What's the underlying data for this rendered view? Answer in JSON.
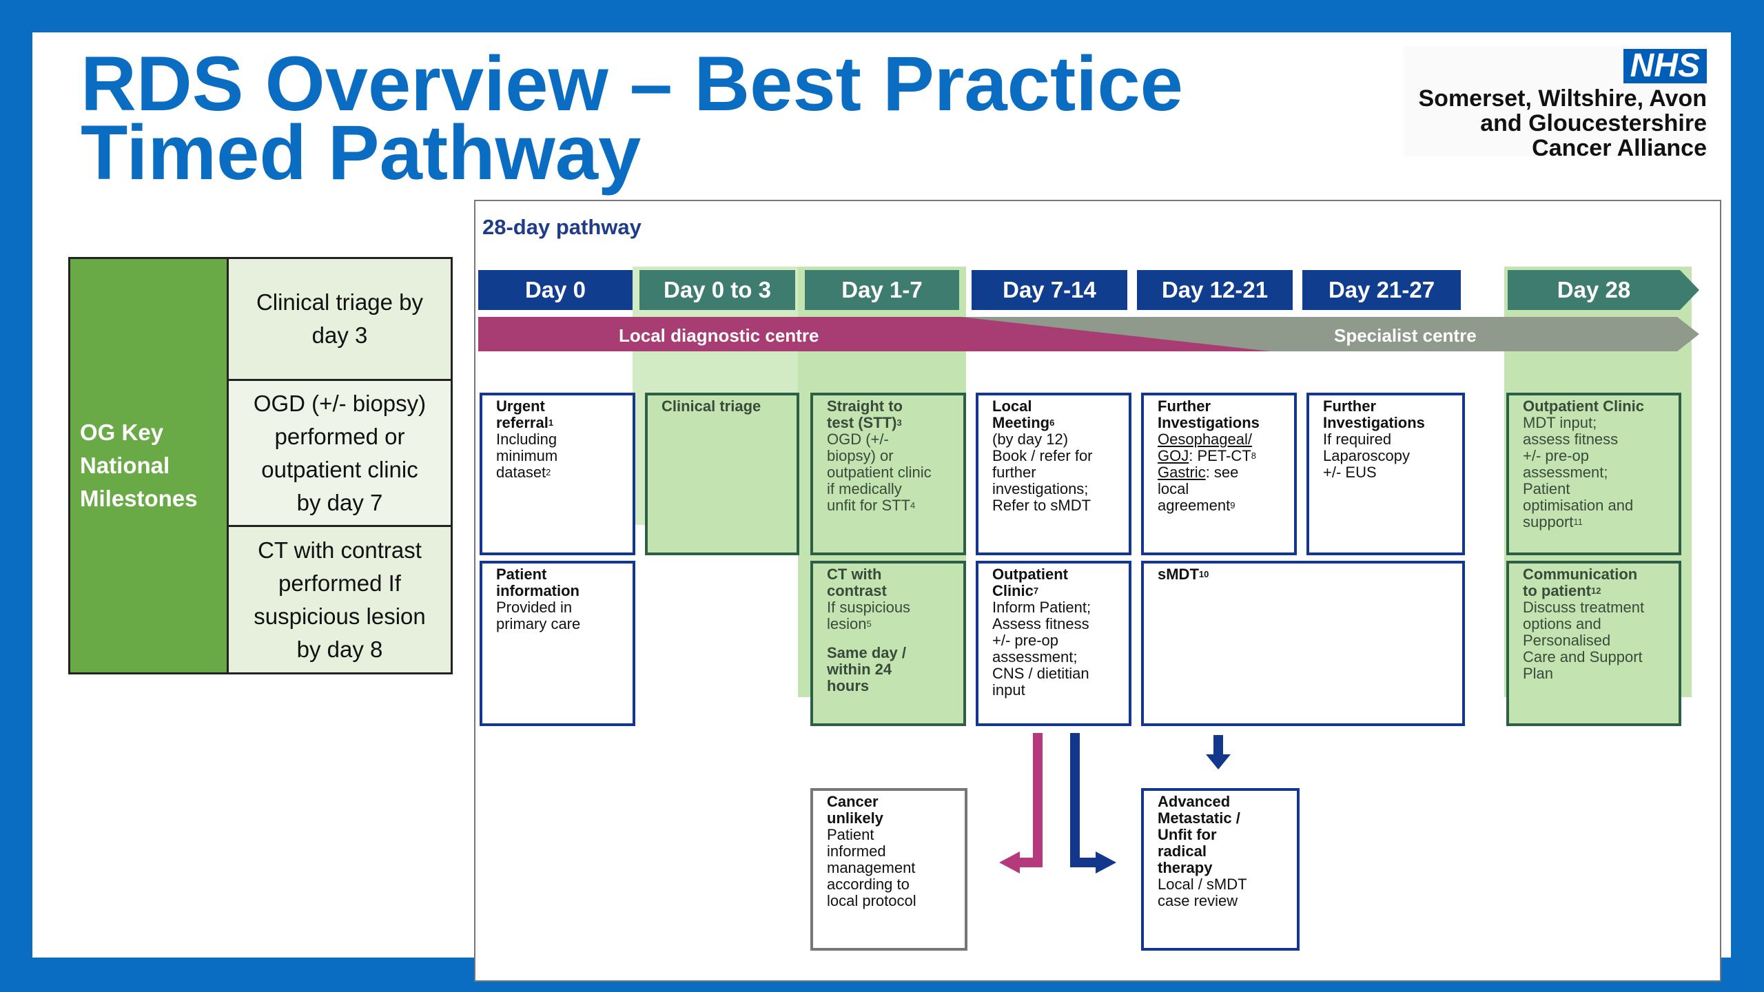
{
  "title": {
    "line1": "RDS Overview – Best Practice",
    "line2": "Timed Pathway"
  },
  "logo": {
    "badge": "NHS",
    "org_lines": [
      "Somerset, Wiltshire, Avon",
      "and Gloucestershire",
      "Cancer Alliance"
    ]
  },
  "milestones": {
    "header_lines": [
      "OG Key",
      "National",
      "Milestones"
    ],
    "cells": [
      {
        "lines": [
          "Clinical triage by",
          "day 3"
        ]
      },
      {
        "lines": [
          "OGD (+/- biopsy)",
          "performed or",
          "outpatient clinic",
          "by day 7"
        ]
      },
      {
        "lines": [
          "CT with contrast",
          "performed If",
          "suspicious lesion",
          "by day 8"
        ]
      }
    ]
  },
  "pathway": {
    "title": "28-day pathway",
    "days": [
      "Day 0",
      "Day 0 to 3",
      "Day 1-7",
      "Day 7-14",
      "Day 12-21",
      "Day 21-27",
      "Day 28"
    ],
    "band_left": "Local diagnostic centre",
    "band_right": "Specialist centre",
    "boxes": {
      "urgent": {
        "title": [
          "Urgent",
          "referral"
        ],
        "sup": "1",
        "body": [
          "Including",
          "minimum",
          "dataset"
        ],
        "body_sup": "2"
      },
      "triage": {
        "title": "Clinical triage"
      },
      "stt": {
        "title": [
          "Straight to",
          "test (STT)"
        ],
        "sup": "3",
        "body": [
          "OGD (+/-",
          "biopsy) or",
          "outpatient clinic",
          "if medically",
          "unfit for STT"
        ],
        "body_sup": "4"
      },
      "local_meeting": {
        "title": [
          "Local",
          "Meeting"
        ],
        "sup": "6",
        "body": [
          "(by day 12)",
          "Book / refer for",
          "further",
          "investigations;",
          "Refer to sMDT"
        ]
      },
      "further1": {
        "title": [
          "Further",
          "Investigations"
        ],
        "oes": "Oesophageal/",
        "goj": "GOJ",
        "goj_rest": ":  PET-CT",
        "goj_sup": "8",
        "gastric": "Gastric",
        "gastric_rest": ": see",
        "tail": [
          "local",
          "agreement"
        ],
        "tail_sup": "9"
      },
      "further2": {
        "title": [
          "Further",
          "Investigations"
        ],
        "body": [
          "If required",
          "Laparoscopy",
          "+/- EUS"
        ]
      },
      "outpatient28": {
        "title": "Outpatient Clinic",
        "body": [
          "MDT input;",
          "assess fitness",
          "+/- pre-op",
          "assessment;",
          "Patient",
          "optimisation and",
          "support"
        ],
        "body_sup": "11"
      },
      "patient_info": {
        "title": [
          "Patient",
          "information"
        ],
        "body": [
          "Provided in",
          "primary care"
        ]
      },
      "ct": {
        "title": [
          "CT with",
          "contrast"
        ],
        "body": [
          "If suspicious",
          "lesion"
        ],
        "body_sup": "5",
        "title2": [
          "Same day /",
          "within 24",
          "hours"
        ]
      },
      "outpatient_clinic": {
        "title": [
          "Outpatient",
          "Clinic"
        ],
        "sup": "7",
        "body": [
          "Inform Patient;",
          "Assess fitness",
          "+/- pre-op",
          "assessment;",
          "CNS / dietitian",
          "input"
        ]
      },
      "smdt": {
        "title": "sMDT",
        "sup": "10"
      },
      "communication": {
        "title": [
          "Communication",
          "to patient"
        ],
        "sup": "12",
        "body": [
          "Discuss treatment",
          "options and",
          "Personalised",
          "Care and Support",
          "Plan"
        ]
      },
      "cancer_unlikely": {
        "title": [
          "Cancer",
          "unlikely"
        ],
        "body": [
          "Patient",
          "informed",
          "management",
          "according to",
          "local protocol"
        ]
      },
      "advanced": {
        "title": [
          "Advanced",
          "Metastatic /",
          "Unfit for",
          "radical",
          "therapy"
        ],
        "body": [
          "Local / sMDT",
          "case review"
        ]
      }
    }
  },
  "colors": {
    "frame_blue": "#0a6dc2",
    "navy": "#113d8f",
    "teal": "#3f7c70",
    "green": "#6aaa46",
    "light_green": "#c3e3b1",
    "magenta": "#b43a7d",
    "gray": "#8f9a8c"
  },
  "icons": [
    "magenta-down-left-arrow",
    "navy-down-right-arrow",
    "navy-down-arrow"
  ]
}
